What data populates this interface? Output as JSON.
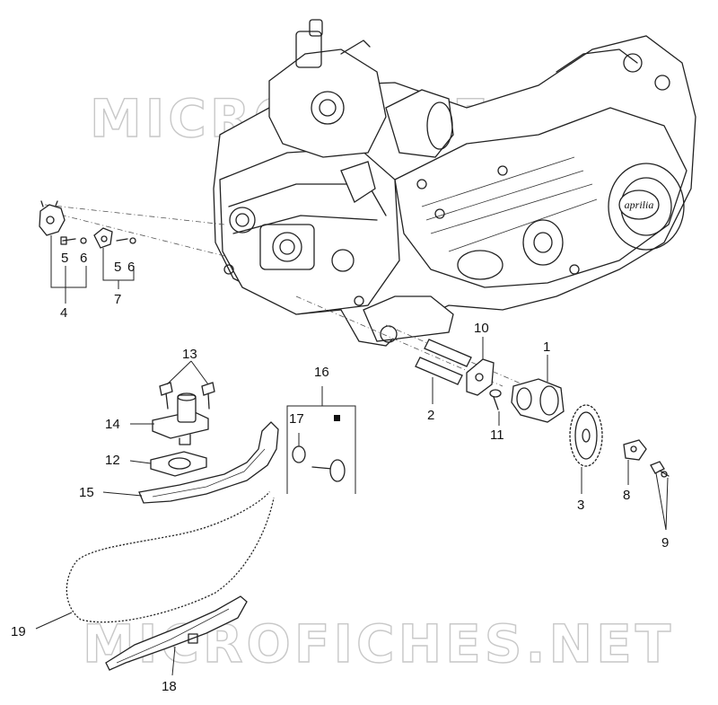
{
  "watermark": {
    "text_top": "MICROFICHES.NET",
    "text_bottom": "MICROFICHES.NET"
  },
  "brand_badge": {
    "text": "aprilia"
  },
  "callouts": {
    "c1": "1",
    "c2": "2",
    "c3": "3",
    "c4": "4",
    "c5a": "5",
    "c6a": "6",
    "c5b": "5",
    "c6b": "6",
    "c7": "7",
    "c8": "8",
    "c9": "9",
    "c10": "10",
    "c11": "11",
    "c12": "12",
    "c13": "13",
    "c14": "14",
    "c15": "15",
    "c16": "16",
    "c17": "17",
    "c18": "18",
    "c19": "19"
  },
  "colors": {
    "ink": "#222222",
    "watermark": "#c8c8c8",
    "background": "#ffffff"
  }
}
